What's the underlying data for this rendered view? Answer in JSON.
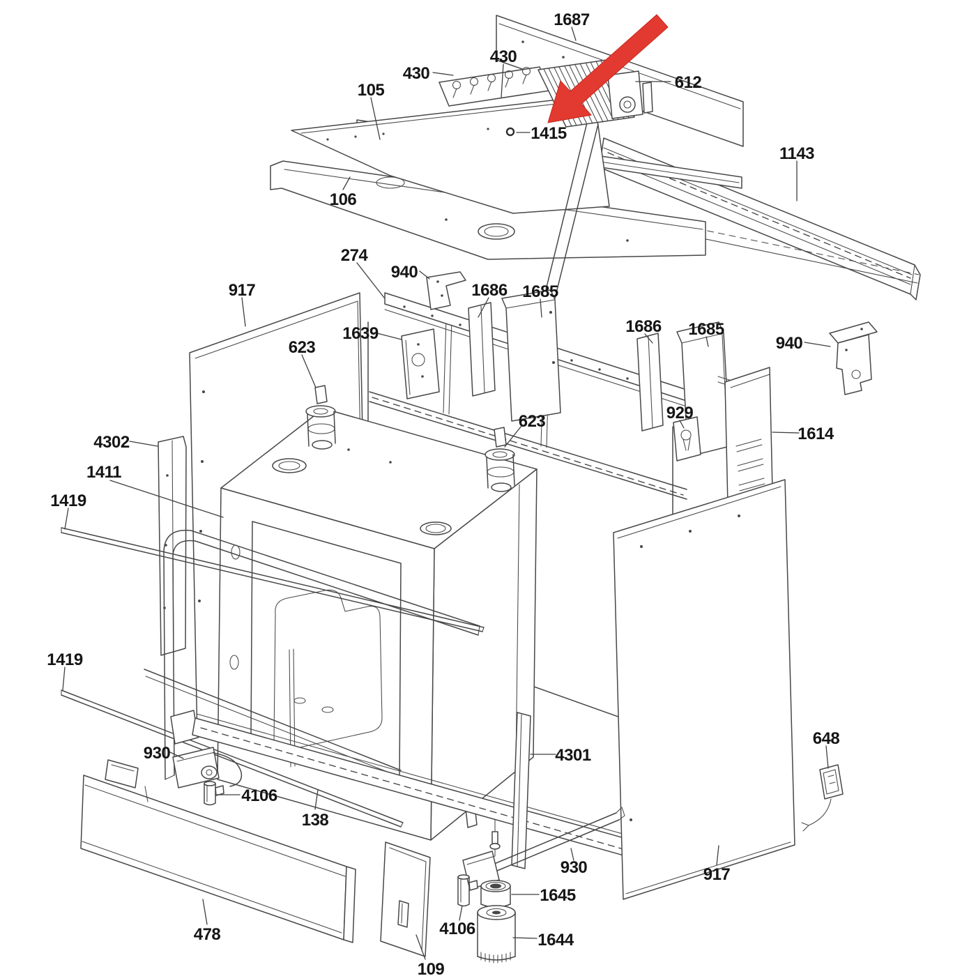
{
  "meta": {
    "type": "exploded-parts-diagram",
    "subject": "built-in wall oven exploded parts view",
    "background_color": "#ffffff",
    "line_color": "#474747",
    "label_color": "#151515",
    "annotation": {
      "kind": "red-callout-arrow",
      "color": "#e23a30",
      "points_to_part": "1415"
    }
  },
  "labels": [
    {
      "id": "1687",
      "text": "1687"
    },
    {
      "id": "430-upper",
      "text": "430"
    },
    {
      "id": "430-left",
      "text": "430"
    },
    {
      "id": "612",
      "text": "612"
    },
    {
      "id": "105",
      "text": "105"
    },
    {
      "id": "1415",
      "text": "1415"
    },
    {
      "id": "106",
      "text": "106"
    },
    {
      "id": "1143",
      "text": "1143"
    },
    {
      "id": "274",
      "text": "274"
    },
    {
      "id": "940-left",
      "text": "940"
    },
    {
      "id": "1686-left",
      "text": "1686"
    },
    {
      "id": "1685-left",
      "text": "1685"
    },
    {
      "id": "917-left",
      "text": "917"
    },
    {
      "id": "623-upper",
      "text": "623"
    },
    {
      "id": "1639",
      "text": "1639"
    },
    {
      "id": "1686-right",
      "text": "1686"
    },
    {
      "id": "1685-right",
      "text": "1685"
    },
    {
      "id": "940-right",
      "text": "940"
    },
    {
      "id": "929",
      "text": "929"
    },
    {
      "id": "1614",
      "text": "1614"
    },
    {
      "id": "623-center",
      "text": "623"
    },
    {
      "id": "4302",
      "text": "4302"
    },
    {
      "id": "1411",
      "text": "1411"
    },
    {
      "id": "1419-upper",
      "text": "1419"
    },
    {
      "id": "1419-lower",
      "text": "1419"
    },
    {
      "id": "930-left",
      "text": "930"
    },
    {
      "id": "4106-left",
      "text": "4106"
    },
    {
      "id": "138",
      "text": "138"
    },
    {
      "id": "4301",
      "text": "4301"
    },
    {
      "id": "648",
      "text": "648"
    },
    {
      "id": "930-lower",
      "text": "930"
    },
    {
      "id": "917-right",
      "text": "917"
    },
    {
      "id": "1645",
      "text": "1645"
    },
    {
      "id": "4106-bottom",
      "text": "4106"
    },
    {
      "id": "1644",
      "text": "1644"
    },
    {
      "id": "478",
      "text": "478"
    },
    {
      "id": "109",
      "text": "109"
    }
  ]
}
